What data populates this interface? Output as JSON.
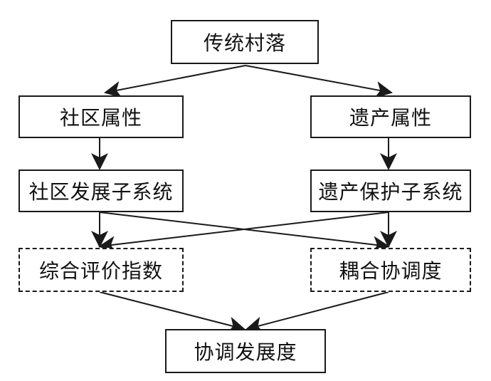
{
  "diagram": {
    "nodes": {
      "traditional_village": "传统村落",
      "community_attribute": "社区属性",
      "heritage_attribute": "遗产属性",
      "community_subsystem": "社区发展子系统",
      "heritage_subsystem": "遗产保护子系统",
      "composite_index": "综合评价指数",
      "coupling_degree": "耦合协调度",
      "coordinated_development": "协调发展度"
    },
    "colors": {
      "stroke": "#1a1a1a",
      "text": "#111111",
      "background": "#ffffff"
    }
  }
}
